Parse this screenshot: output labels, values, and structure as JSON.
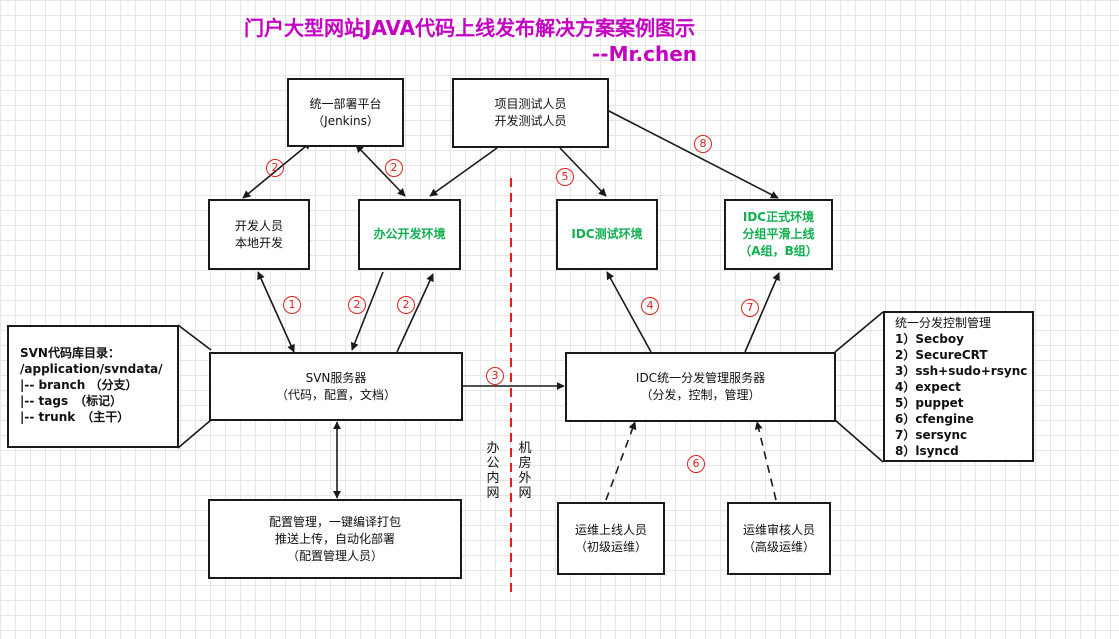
{
  "title": {
    "main": "门户大型网站JAVA代码上线发布解决方案案例图示",
    "author": "--Mr.chen"
  },
  "nodes": {
    "jenkins": [
      "统一部署平台",
      "（Jenkins）"
    ],
    "testers": [
      "项目测试人员",
      "开发测试人员"
    ],
    "dev_local": [
      "开发人员",
      "本地开发"
    ],
    "office_dev": [
      "办公开发环境"
    ],
    "idc_test": [
      "IDC测试环境"
    ],
    "idc_prod": [
      "IDC正式环境",
      "分组平滑上线",
      "（A组，B组）"
    ],
    "svn": [
      "SVN服务器",
      "（代码，配置，文档）"
    ],
    "idc_server": [
      "IDC统一分发管理服务器",
      "（分发，控制，管理）"
    ],
    "config": [
      "配置管理，一键编译打包",
      "推送上传，自动化部署",
      "（配置管理人员）"
    ],
    "ops_deploy": [
      "运维上线人员",
      "（初级运维）"
    ],
    "ops_audit": [
      "运维审核人员",
      "（高级运维）"
    ]
  },
  "notes": {
    "svn_dirs": [
      "SVN代码库目录：",
      "/application/svndata/",
      "|-- branch （分支）",
      "|-- tags　（标记）",
      "|-- trunk　（主干）"
    ],
    "dist_tools": [
      "统一分发控制管理",
      "1）Secboy",
      "2）SecureCRT",
      "3）ssh+sudo+rsync",
      "4）expect",
      "5）puppet",
      "6）cfengine",
      "7）sersync",
      "8）lsyncd"
    ]
  },
  "divider": {
    "left_label": "办公内网",
    "right_label": "机房外网"
  },
  "step_numbers": {
    "s1": "1",
    "s2": "2",
    "s3": "3",
    "s4": "4",
    "s5": "5",
    "s6": "6",
    "s7": "7",
    "s8": "8"
  },
  "colors": {
    "title": "#c400c4",
    "highlight_text": "#10b050",
    "step_marker": "#e02020",
    "divider": "#e02020"
  }
}
